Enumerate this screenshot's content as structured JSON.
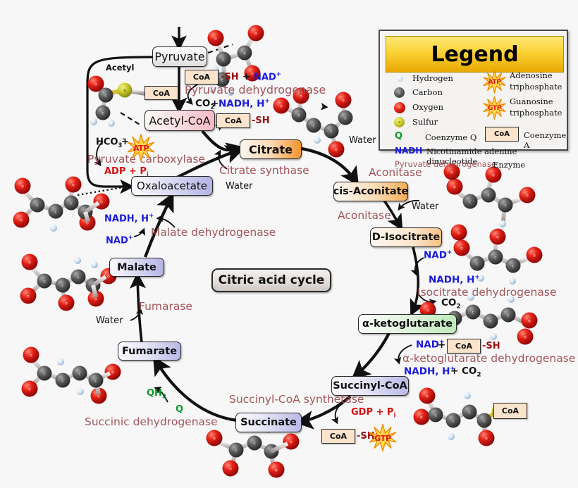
{
  "diagram": {
    "title": "Citric acid cycle",
    "background_color": "#f7f7f7"
  },
  "colors": {
    "enzyme_text": "#a4545a",
    "cofactor_blue": "#1a1ae0",
    "energy_red": "#d81111",
    "coenzyme_q_green": "#0a9a2a",
    "oxygen": "#dd1111",
    "carbon": "#555555",
    "hydrogen": "#cfe0f0",
    "sulfur": "#c8cc3a",
    "coa_box": "#fbe3cc",
    "legend_title": "#fbd236"
  },
  "legend": {
    "title": "Legend",
    "atoms": [
      {
        "symbol": "",
        "name": "Hydrogen",
        "color": "#cfe0f0"
      },
      {
        "symbol": "c",
        "name": "Carbon",
        "color": "#555555"
      },
      {
        "symbol": "o",
        "name": "Oxygen",
        "color": "#dd1111"
      },
      {
        "symbol": "s",
        "name": "Sulfur",
        "color": "#c8cc3a"
      }
    ],
    "entries": [
      {
        "key": "Q",
        "name": "Coenzyme Q"
      },
      {
        "key": "CoA",
        "name": "Coenzyme A"
      },
      {
        "key": "NADH",
        "name": "Nicotinamide adenine dinucleotide"
      },
      {
        "key": "Pyruvate dehydrogenase",
        "name": "Enzyme"
      }
    ],
    "nucleotides": [
      {
        "key": "ATP",
        "name_line1": "Adenosine",
        "name_line2": "triphosphate"
      },
      {
        "key": "GTP",
        "name_line1": "Guanosine",
        "name_line2": "triphosphate"
      }
    ]
  },
  "nodes": {
    "pyruvate": "Pyruvate",
    "acetyl_coa": "Acetyl-CoA",
    "citrate": "Citrate",
    "cis_aconitate": "cis-Aconitate",
    "d_isocitrate": "D-Isocitrate",
    "alpha_ketoglutarate": "α-ketoglutarate",
    "succinyl_coa": "Succinyl-CoA",
    "succinate": "Succinate",
    "fumarate": "Fumarate",
    "malate": "Malate",
    "oxaloacetate": "Oxaloacetate",
    "center_title": "Citric acid cycle"
  },
  "enzymes": {
    "pyruvate_dehydrogenase": "Pyruvate dehydrogenase",
    "pyruvate_carboxylase": "Pyruvate carboxylase",
    "citrate_synthase": "Citrate synthase",
    "aconitase_1": "Aconitase",
    "aconitase_2": "Aconitase",
    "isocitrate_dehydrogenase": "Isocitrate dehydrogenase",
    "alpha_kg_dehydrogenase": "α-ketoglutarate dehydrogenase",
    "succinyl_coa_synthetase": "Succinyl-CoA synthetase",
    "succinic_dehydrogenase": "Succinic dehydrogenase",
    "fumarase": "Fumarase",
    "malate_dehydrogenase": "Malate dehydrogenase"
  },
  "labels": {
    "acetyl": "Acetyl",
    "coa_tag": "CoA",
    "sh": "SH",
    "plus": "+",
    "nad_plus": "NAD",
    "nadh_h": "NADH, H",
    "co2": "CO",
    "water": "Water",
    "hco3": "HCO",
    "adp_pi": "ADP + P",
    "gdp_pi": "GDP + P",
    "atp": "ATP",
    "gtp": "GTP",
    "qh2": "QH",
    "q": "Q",
    "co2_nadh_combo": "NADH, H"
  },
  "reaction_annotations": {
    "pyruvate_step": {
      "inputs": "CoA-SH + NAD+",
      "outputs": "CO2 + NADH, H+"
    },
    "carboxylase_step": {
      "inputs": "HCO3- + ATP",
      "outputs": "ADP + Pi"
    },
    "citrate_synthase_step": {
      "inputs": "CoA-SH",
      "outputs": "Water"
    },
    "aconitase_step": {
      "outputs": "Water"
    },
    "isocitrate_step": {
      "inputs": "NAD+",
      "outputs": "NADH, H+ ; CO2"
    },
    "alpha_kg_step": {
      "inputs": "NAD+ + CoA-SH",
      "outputs": "NADH, H+ + CO2"
    },
    "succinyl_step": {
      "inputs": "GDP + Pi",
      "outputs": "CoA-SH + GTP"
    },
    "succinate_step": {
      "inputs": "Q",
      "outputs": "QH2"
    },
    "fumarate_step": {
      "inputs": "Water"
    },
    "malate_step": {
      "inputs": "NAD+",
      "outputs": "NADH, H+"
    }
  }
}
